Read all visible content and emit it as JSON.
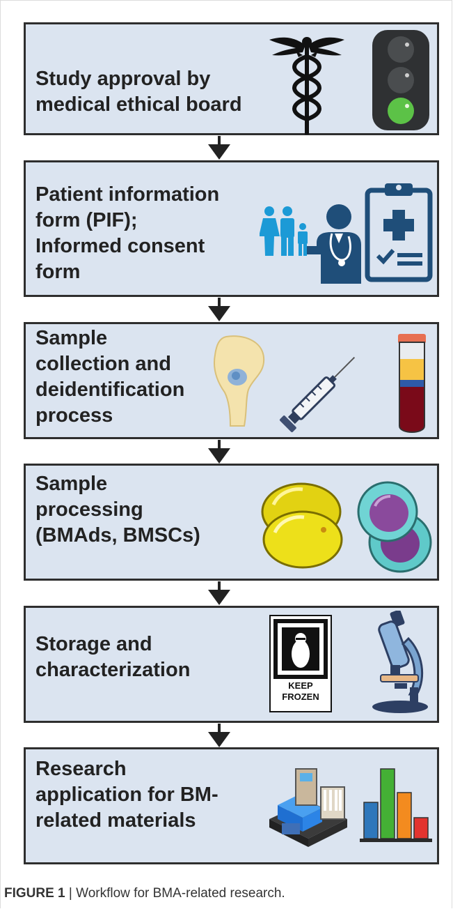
{
  "steps": [
    {
      "label": "Study approval by\nmedical ethical board",
      "icons": [
        "caduceus-icon",
        "traffic-light-icon"
      ]
    },
    {
      "label": "Patient information\nform (PIF);\nInformed consent\nform",
      "icons": [
        "family-icon",
        "doctor-icon",
        "clipboard-medical-icon"
      ]
    },
    {
      "label": "Sample\ncollection and\ndeidentification\nprocess",
      "icons": [
        "hip-bone-icon",
        "syringe-icon",
        "blood-tube-icon"
      ]
    },
    {
      "label": "Sample\nprocessing\n(BMAds, BMSCs)",
      "icons": [
        "adipocyte-icon",
        "stem-cell-icon"
      ]
    },
    {
      "label": "Storage and\ncharacterization",
      "icons": [
        "keep-frozen-sign-icon",
        "microscope-icon"
      ]
    },
    {
      "label": "Research\napplication for BM-\nrelated materials",
      "icons": [
        "lab-analyzer-icon",
        "bar-chart-icon"
      ]
    }
  ],
  "keep_frozen_text": [
    "KEEP",
    "FROZEN"
  ],
  "caption": {
    "prefix": "FIGURE 1",
    "separator": " | ",
    "text": "Workflow for BMA-related research."
  },
  "colors": {
    "box_fill": "#dbe4f0",
    "border": "#2e2e2e",
    "icon_blue": "#1c9ad6",
    "icon_navy": "#1f4e79",
    "bar_blue": "#2e77bb",
    "bar_green": "#44b035",
    "bar_orange": "#f38b1f",
    "bar_red": "#e3342f"
  }
}
